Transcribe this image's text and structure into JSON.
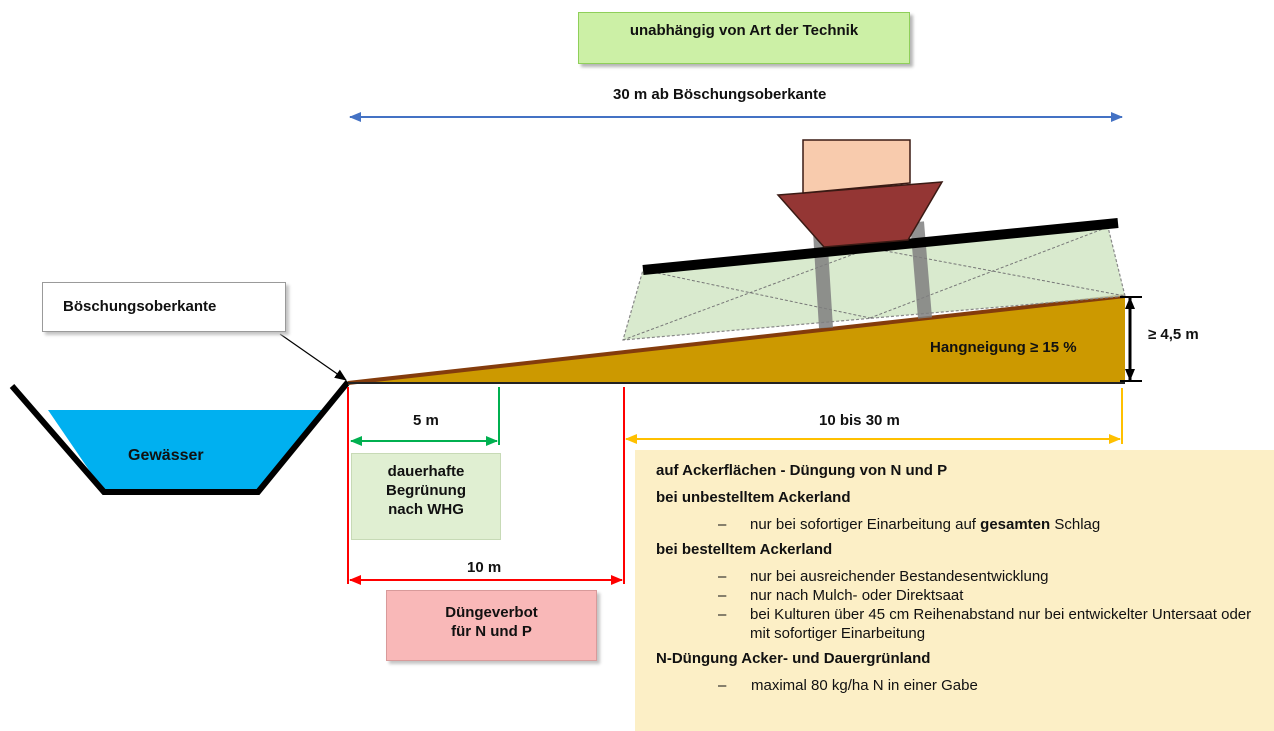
{
  "top_box": "unabhängig von Art der Technik",
  "top_dimension": "30 m ab Böschungsoberkante",
  "boeschung_label": "Böschungsoberkante",
  "water_label": "Gewässer",
  "slope_label": "Hangneigung ≥ 15 %",
  "height_label": "≥ 4,5 m",
  "dim_5m": "5 m",
  "dim_10m": "10 m",
  "dim_10_30m": "10 bis 30 m",
  "green_box": [
    "dauerhafte",
    "Begrünung",
    "nach WHG"
  ],
  "red_box": [
    "Düngeverbot",
    "für N und P"
  ],
  "info": {
    "title": "auf Ackerflächen - Düngung von N und P",
    "s1_head": "bei unbestelltem Ackerland",
    "s1_item_pre": "nur bei sofortiger Einarbeitung auf ",
    "s1_item_bold": "gesamten",
    "s1_item_post": " Schlag",
    "s2_head": "bei bestelltem Ackerland",
    "s2_items": [
      "nur bei ausreichender Bestandesentwicklung",
      "nur nach Mulch- oder Direktsaat",
      "bei Kulturen über 45 cm Reihenabstand nur bei entwickelter Untersaat oder mit sofortiger Einarbeitung"
    ],
    "s3_head": "N-Düngung Acker- und Dauergrünland",
    "s3_item": "maximal 80 kg/ha N in einer Gabe",
    "dash": "–"
  },
  "colors": {
    "water": "#00b0f0",
    "slope_fill": "#cc9900",
    "slope_edge": "#843c0c",
    "dim_blue": "#4472c4",
    "dim_green": "#00b050",
    "dim_red": "#ff0000",
    "dim_orange": "#ffc000",
    "hopper": "#943634",
    "cab": "#f8cbad"
  }
}
